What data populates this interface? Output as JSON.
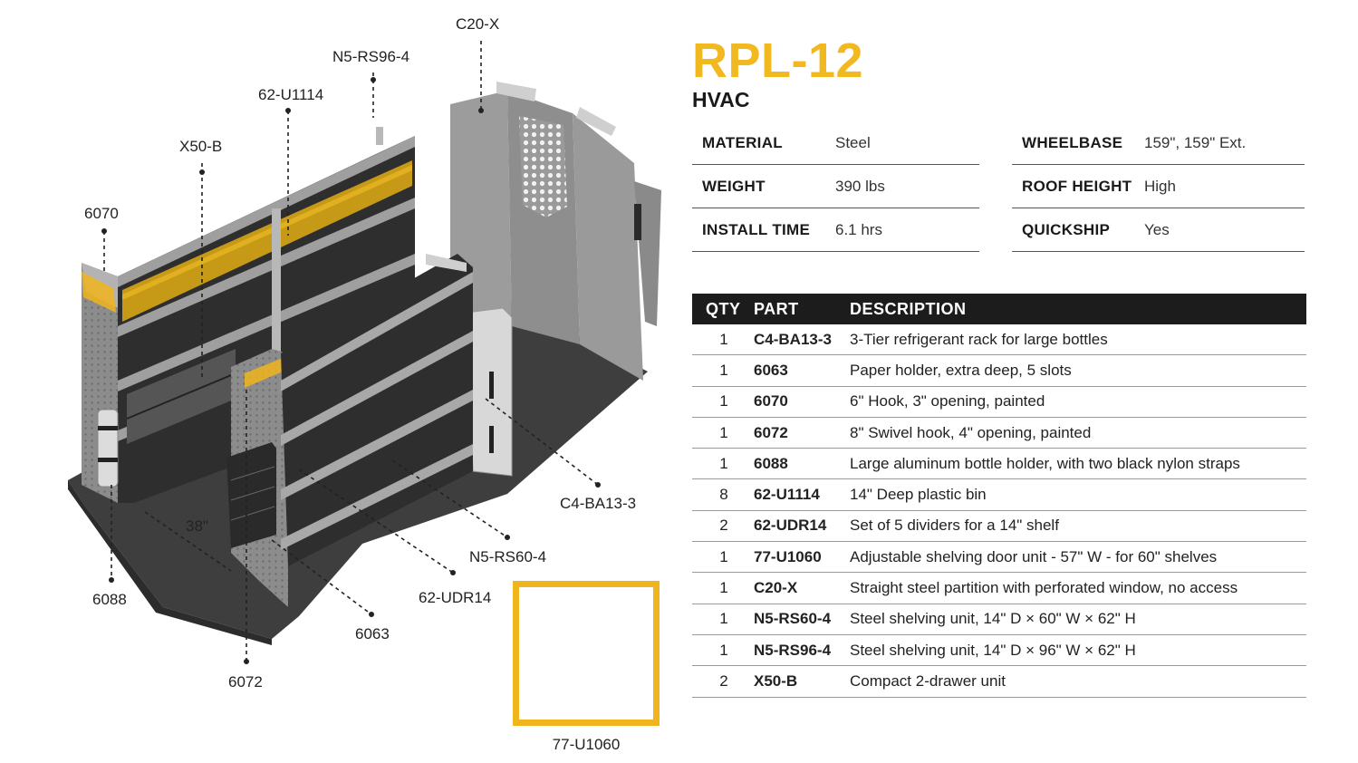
{
  "product": {
    "title": "RPL-12",
    "subtitle": "HVAC"
  },
  "colors": {
    "accent": "#f2b81f",
    "header_bg": "#1c1c1c"
  },
  "specs_left": [
    {
      "label": "MATERIAL",
      "value": "Steel"
    },
    {
      "label": "WEIGHT",
      "value": "390 lbs"
    },
    {
      "label": "INSTALL TIME",
      "value": "6.1 hrs"
    }
  ],
  "specs_right": [
    {
      "label": "WHEELBASE",
      "value": "159\", 159\" Ext."
    },
    {
      "label": "ROOF HEIGHT",
      "value": "High"
    },
    {
      "label": "QUICKSHIP",
      "value": "Yes"
    }
  ],
  "parts_table": {
    "headers": {
      "qty": "QTY",
      "part": "PART",
      "description": "DESCRIPTION"
    },
    "rows": [
      {
        "qty": "1",
        "part": "C4-BA13-3",
        "description": "3-Tier refrigerant rack for large bottles"
      },
      {
        "qty": "1",
        "part": "6063",
        "description": "Paper holder, extra deep, 5 slots"
      },
      {
        "qty": "1",
        "part": "6070",
        "description": "6\" Hook, 3\" opening, painted"
      },
      {
        "qty": "1",
        "part": "6072",
        "description": "8\" Swivel hook, 4\" opening, painted"
      },
      {
        "qty": "1",
        "part": "6088",
        "description": "Large aluminum bottle holder, with two black nylon straps"
      },
      {
        "qty": "8",
        "part": "62-U1114",
        "description": "14\" Deep plastic bin"
      },
      {
        "qty": "2",
        "part": "62-UDR14",
        "description": "Set of 5 dividers for a 14\" shelf"
      },
      {
        "qty": "1",
        "part": "77-U1060",
        "description": "Adjustable shelving door unit - 57\" W - for 60\" shelves"
      },
      {
        "qty": "1",
        "part": "C20-X",
        "description": "Straight steel partition with perforated window, no access"
      },
      {
        "qty": "1",
        "part": "N5-RS60-4",
        "description": "Steel shelving unit, 14\" D × 60\" W × 62\" H"
      },
      {
        "qty": "1",
        "part": "N5-RS96-4",
        "description": "Steel shelving unit, 14\" D × 96\" W × 62\" H"
      },
      {
        "qty": "2",
        "part": "X50-B",
        "description": "Compact 2-drawer unit"
      }
    ]
  },
  "callouts": {
    "c20x": "C20-X",
    "n5rs964": "N5-RS96-4",
    "u1114": "62-U1114",
    "x50b": "X50-B",
    "h6070": "6070",
    "c4ba133": "C4-BA13-3",
    "n5rs604": "N5-RS60-4",
    "udr14": "62-UDR14",
    "h6088": "6088",
    "h6063": "6063",
    "h6072": "6072",
    "dim38": "38\"",
    "u1060": "77-U1060"
  }
}
